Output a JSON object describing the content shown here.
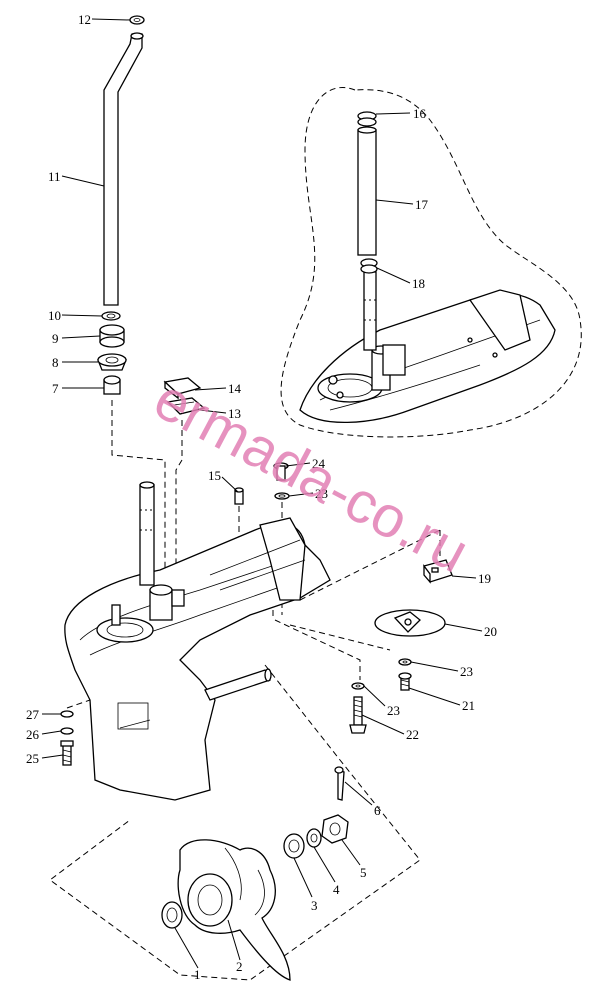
{
  "callouts": [
    "1",
    "2",
    "3",
    "4",
    "5",
    "6",
    "7",
    "8",
    "9",
    "10",
    "11",
    "12",
    "13",
    "14",
    "15",
    "16",
    "17",
    "18",
    "19",
    "20",
    "21",
    "22",
    "23",
    "23",
    "23",
    "24",
    "25",
    "26",
    "27"
  ],
  "watermark": "ermada-co.ru"
}
